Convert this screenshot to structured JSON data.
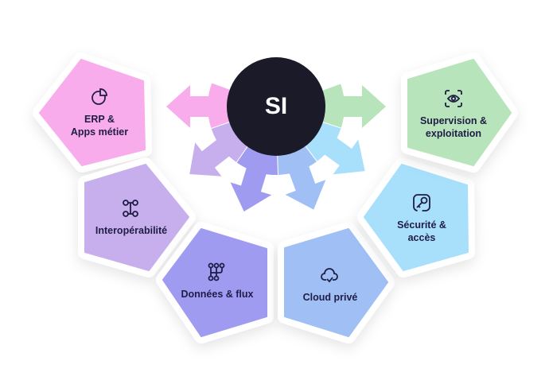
{
  "center": {
    "label": "SI",
    "color": "#1a1a28"
  },
  "nodes": [
    {
      "id": "erp",
      "line1": "ERP &",
      "line2": "Apps métier",
      "icon": "pie-chart-icon",
      "color": "#f9acec"
    },
    {
      "id": "interop",
      "line1": "Interopérabilité",
      "line2": "",
      "icon": "nodes-connector-icon",
      "color": "#c7aeec"
    },
    {
      "id": "data",
      "line1": "Données & flux",
      "line2": "",
      "icon": "data-flow-icon",
      "color": "#9f9bf1"
    },
    {
      "id": "cloud",
      "line1": "Cloud privé",
      "line2": "",
      "icon": "cloud-check-icon",
      "color": "#9fbff5"
    },
    {
      "id": "security",
      "line1": "Sécurité &",
      "line2": "accès",
      "icon": "key-icon",
      "color": "#a8e0fc"
    },
    {
      "id": "supervision",
      "line1": "Supervision &",
      "line2": "exploitation",
      "icon": "eye-scan-icon",
      "color": "#b8e4bb"
    }
  ]
}
